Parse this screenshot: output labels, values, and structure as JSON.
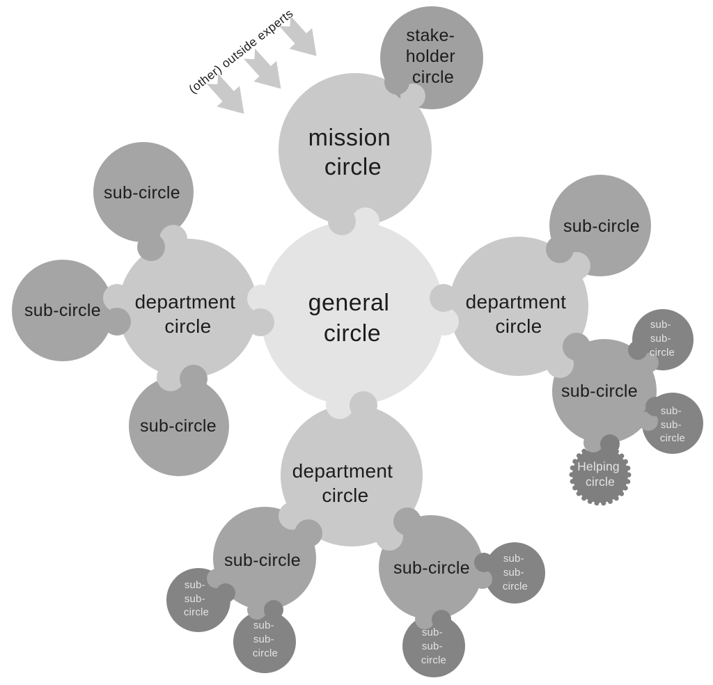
{
  "colors": {
    "background": "#ffffff",
    "general": "#e4e4e4",
    "branch": "#c9c9c9",
    "sub": "#a5a5a5",
    "stakeholder": "#a0a0a0",
    "subsub": "#848484",
    "helping": "#7f7f7f",
    "arrow": "#c9c9c9",
    "text_dark": "#1c1c1c",
    "text_light": "#e3e3e3"
  },
  "labels": {
    "general": [
      "general",
      "circle"
    ],
    "mission": [
      "mission",
      "circle"
    ],
    "department": [
      "department",
      "circle"
    ],
    "stakeholder": [
      "stake-",
      "holder",
      "circle"
    ],
    "sub": "sub-circle",
    "subsub": [
      "sub-",
      "sub-",
      "circle"
    ],
    "helping": [
      "Helping",
      "circle"
    ],
    "outside_experts": "(other) outside experts"
  },
  "structure": {
    "center_node": "general circle",
    "nodes_attached_to_center": [
      "mission circle",
      "department circle (left)",
      "department circle (right)",
      "department circle (bottom)"
    ],
    "mission_attachment": "stake-holder circle",
    "sub_circle_count": 7,
    "sub_sub_circle_count": 6,
    "helping_circle_count": 1,
    "external_input_annotation": "(other) outside experts",
    "external_input_arrow_count": 3
  }
}
